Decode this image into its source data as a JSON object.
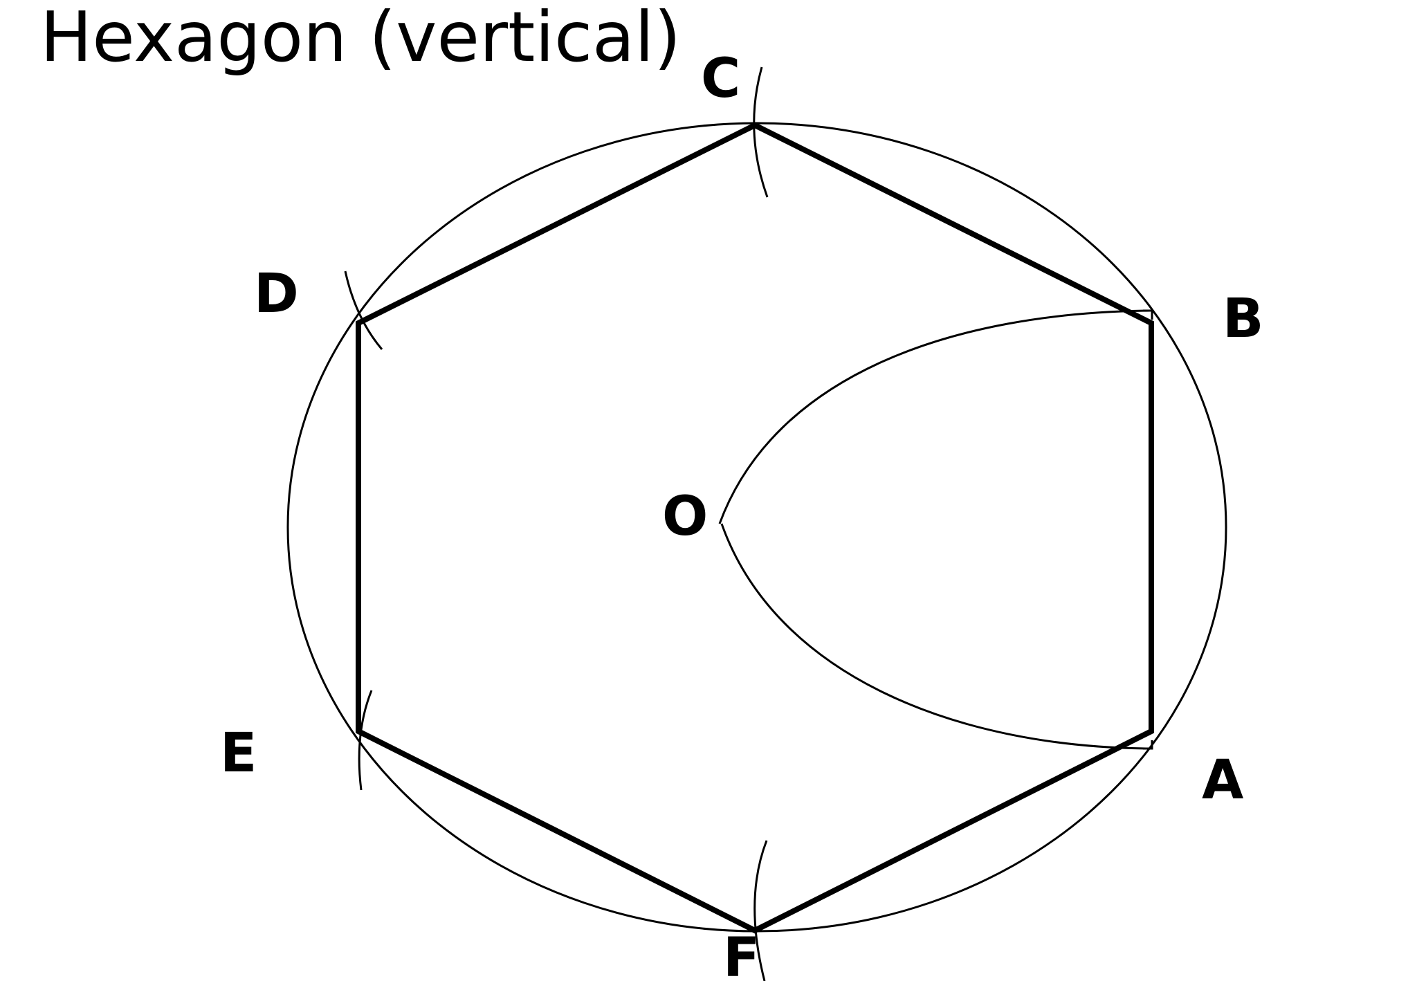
{
  "title": "Hexagon (vertical)",
  "points": {
    "A": "A",
    "B": "B",
    "C": "C",
    "D": "D",
    "E": "E",
    "F": "F",
    "O": "O"
  },
  "colors": {
    "stroke": "#000000",
    "background": "#ffffff"
  }
}
